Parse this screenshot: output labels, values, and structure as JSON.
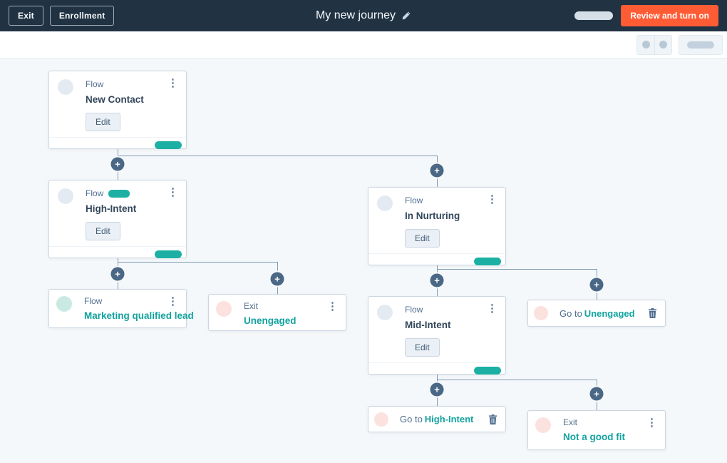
{
  "header": {
    "exit_button": "Exit",
    "enrollment_button": "Enrollment",
    "title": "My new journey",
    "review_button": "Review and turn on"
  },
  "icons": {
    "kebab_glyph": "⋮",
    "plus_glyph": "+",
    "pencil": "pencil-edit",
    "trash": "trash-delete"
  },
  "colors": {
    "header_bg": "#213343",
    "primary_button": "#ff5c35",
    "teal_accent": "#1cb0a4",
    "teal_text": "#12a3a0",
    "connector": "#7f9bb5",
    "plus_button": "#4a6785",
    "canvas_bg": "#f5f8fa"
  },
  "canvas": {
    "nodes": [
      {
        "type_label": "Flow",
        "title": "New Contact",
        "edit_label": "Edit"
      },
      {
        "type_label": "Flow",
        "title": "High-Intent",
        "edit_label": "Edit"
      },
      {
        "type_label": "Flow",
        "title": "In Nurturing",
        "edit_label": "Edit"
      },
      {
        "type_label": "Flow",
        "title": "Marketing qualified lead"
      },
      {
        "type_label": "Exit",
        "title": "Unengaged"
      },
      {
        "type_label": "Flow",
        "title": "Mid-Intent",
        "edit_label": "Edit"
      },
      {
        "prefix": "Go to",
        "title": "Unengaged"
      },
      {
        "prefix": "Go to",
        "title": "High-Intent"
      },
      {
        "type_label": "Exit",
        "title": "Not a good fit"
      }
    ]
  }
}
